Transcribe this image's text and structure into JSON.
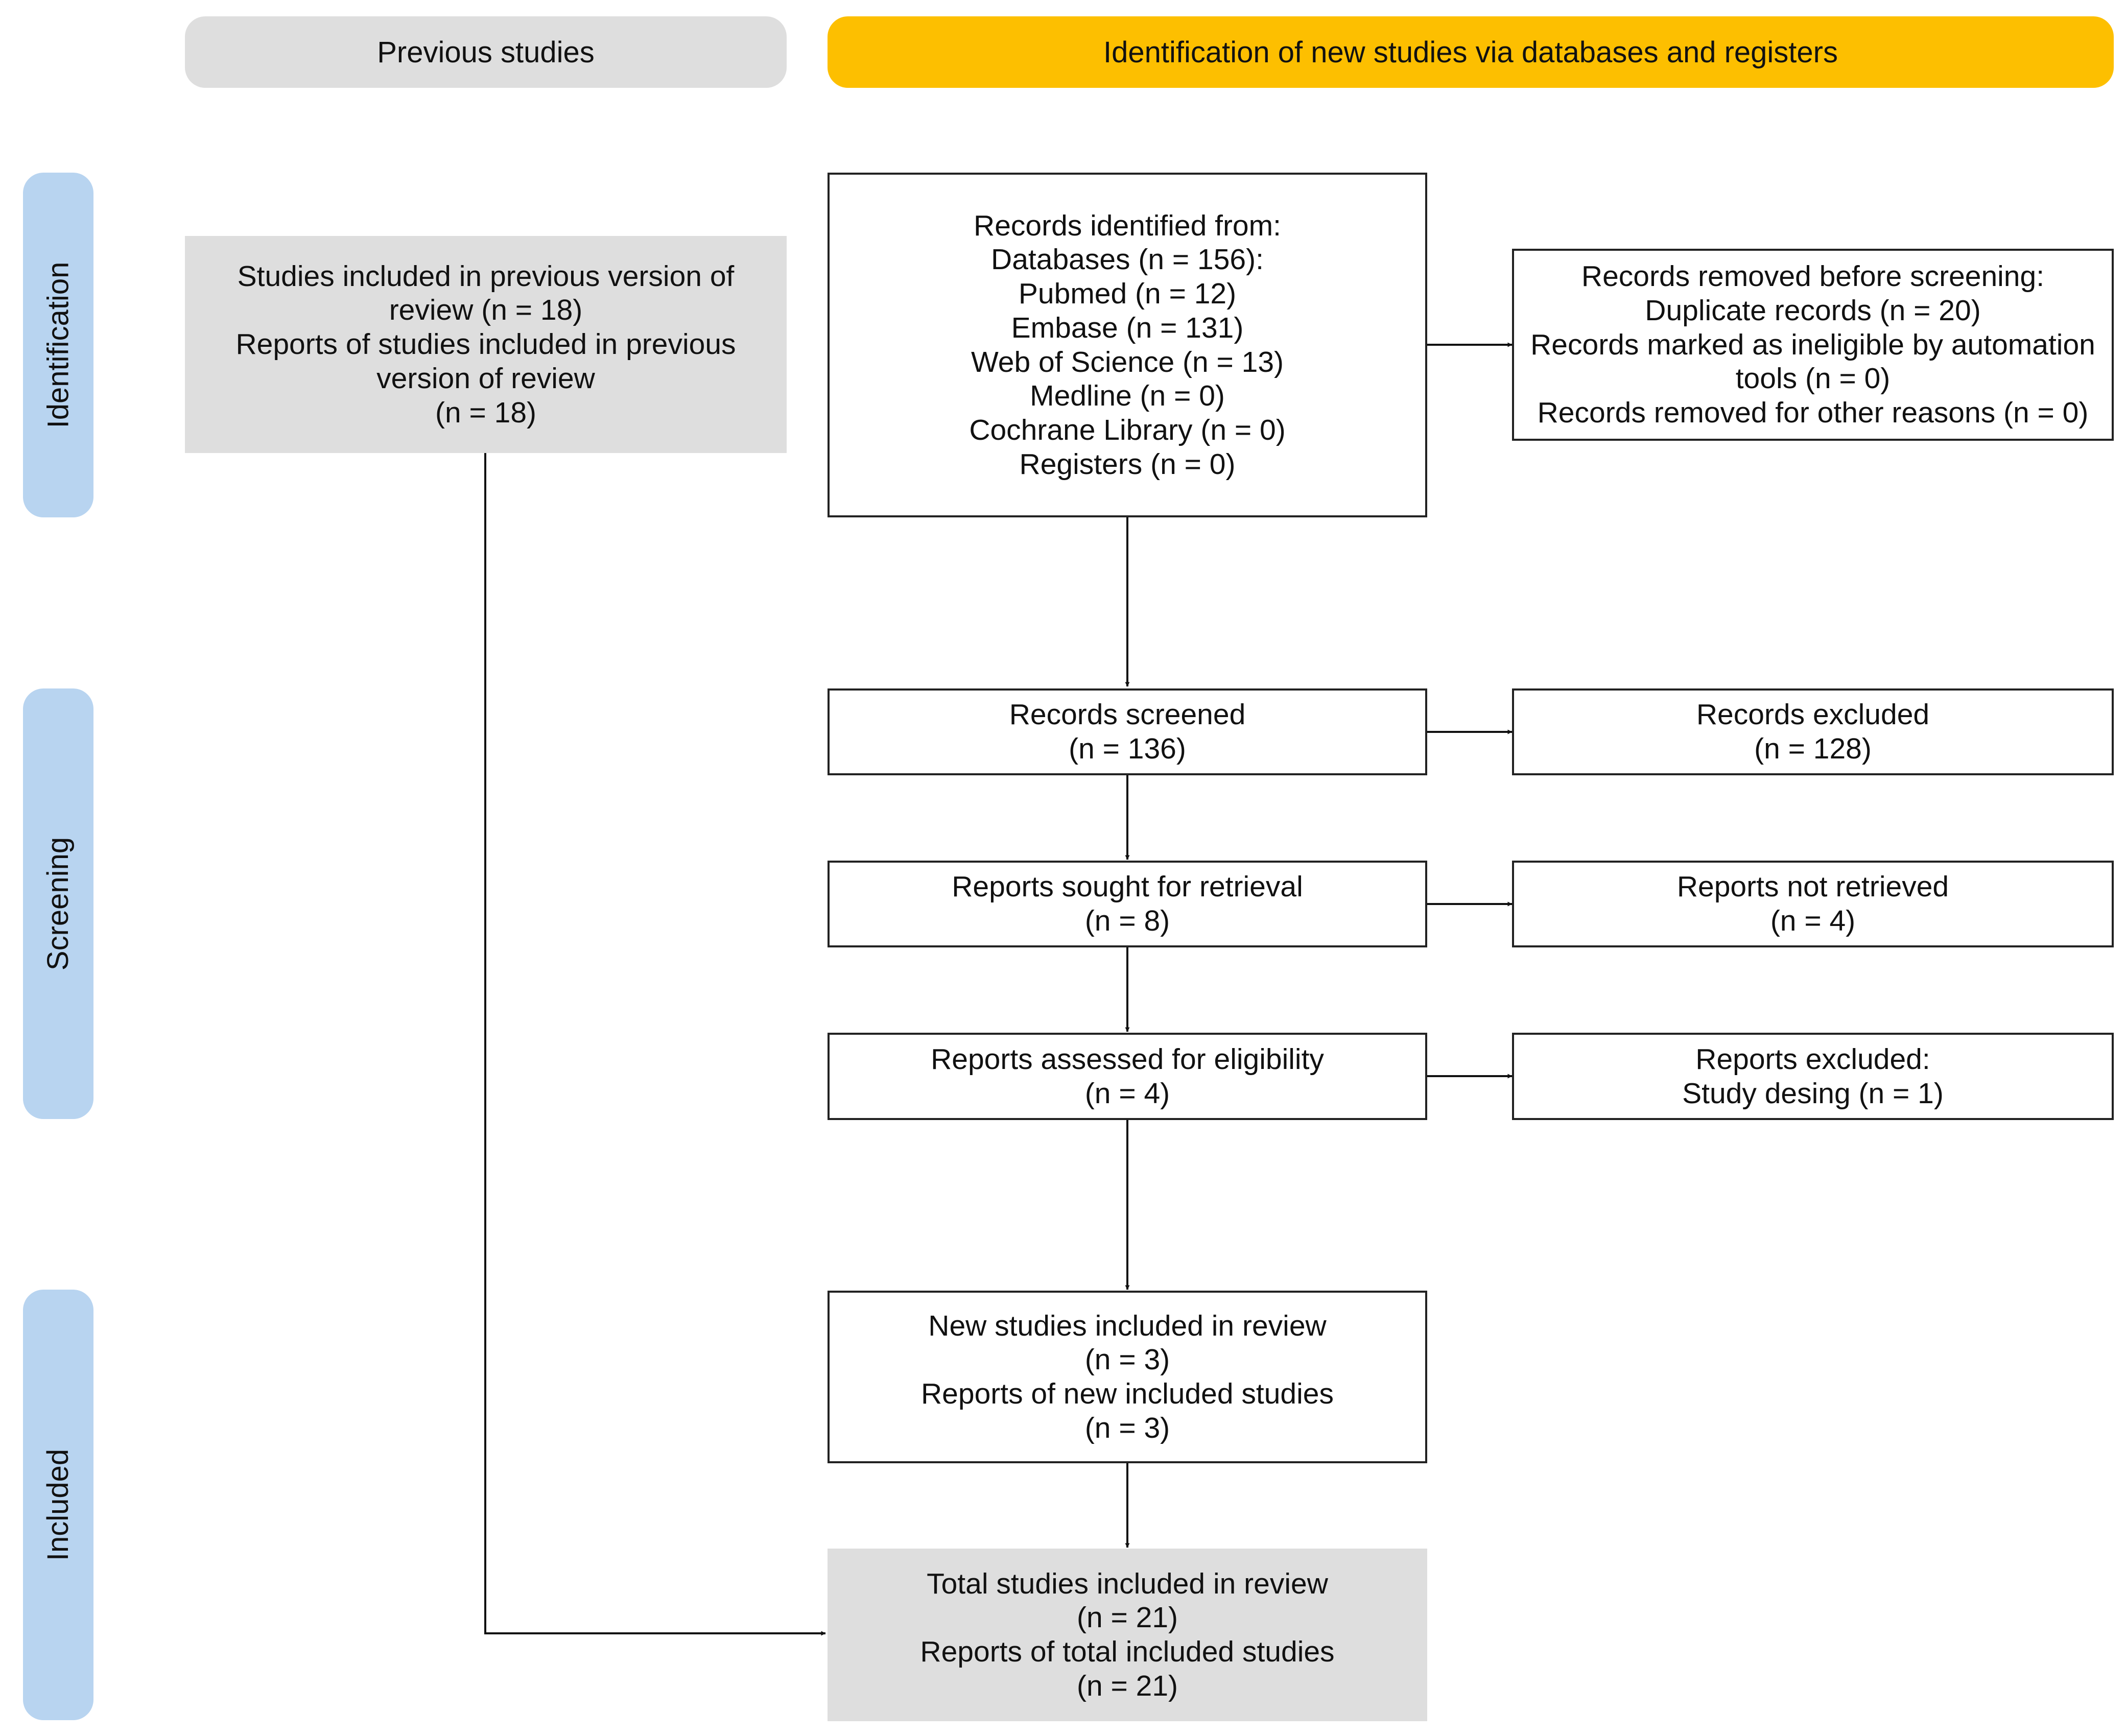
{
  "headers": {
    "previous": "Previous studies",
    "new": "Identification of new studies via databases and registers"
  },
  "phases": {
    "identification": "Identification",
    "screening": "Screening",
    "included": "Included"
  },
  "boxes": {
    "previous_included": [
      "Studies included in previous version of",
      "review (n = 18)",
      "Reports of studies included in previous",
      "version of review",
      "(n = 18)"
    ],
    "identified": [
      "Records identified from:",
      "Databases (n = 156):",
      "Pubmed (n = 12)",
      "Embase (n = 131)",
      "Web of Science (n = 13)",
      "Medline (n = 0)",
      "Cochrane Library (n = 0)",
      "Registers (n = 0)"
    ],
    "removed": [
      "Records removed before screening:",
      "Duplicate records (n = 20)",
      "Records marked as ineligible by automation",
      "tools (n = 0)",
      "Records removed for other reasons (n = 0)"
    ],
    "screened": [
      "Records screened",
      "(n = 136)"
    ],
    "excluded": [
      "Records excluded",
      "(n = 128)"
    ],
    "sought": [
      "Reports sought for retrieval",
      "(n = 8)"
    ],
    "not_retrieved": [
      "Reports not retrieved",
      "(n = 4)"
    ],
    "assessed": [
      "Reports assessed for eligibility",
      "(n = 4)"
    ],
    "reports_excluded": [
      "Reports excluded:",
      "Study desing (n = 1)"
    ],
    "new_included": [
      "New studies included in review",
      "(n = 3)",
      "Reports of new included studies",
      "(n = 3)"
    ],
    "total": [
      "Total studies included in review",
      "(n = 21)",
      "Reports of total included studies",
      "(n = 21)"
    ]
  },
  "colors": {
    "header_previous": "#dedede",
    "header_new": "#fdbf00",
    "phase": "#b8d4f0",
    "grey_box": "#dedede"
  }
}
